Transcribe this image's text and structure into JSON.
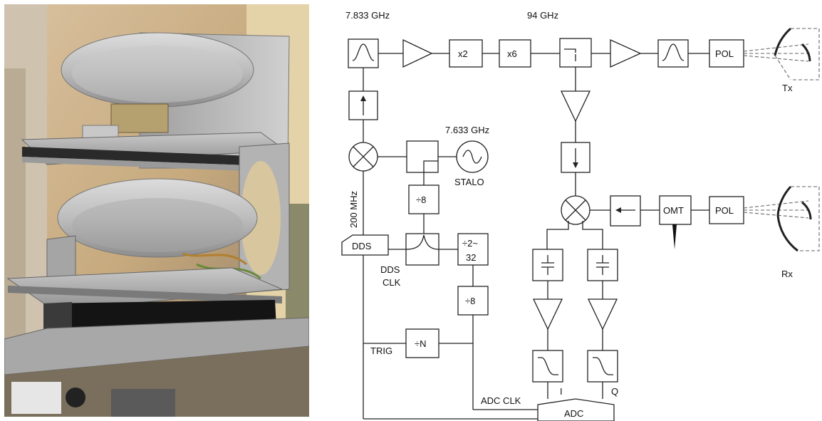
{
  "photo": {
    "description_icon": "radar-antenna-photo"
  },
  "labels": {
    "freq_top_left": "7.833 GHz",
    "freq_top_mid": "94 GHz",
    "freq_stalo": "7.633 GHz",
    "stalo": "STALO",
    "mhz200": "200 MHz",
    "dds": "DDS",
    "dds_clk_1": "DDS",
    "dds_clk_2": "CLK",
    "trig": "TRIG",
    "adc_clk": "ADC CLK",
    "adc": "ADC",
    "i_label": "I",
    "q_label": "Q",
    "tx": "Tx",
    "rx": "Rx"
  },
  "blocks": {
    "x2": "x2",
    "x6": "x6",
    "pol_tx": "POL",
    "pol_rx": "POL",
    "omt": "OMT",
    "div8_a": "÷8",
    "div2_32_a": "÷2~",
    "div2_32_b": "32",
    "div8_b": "÷8",
    "divN": "÷N"
  }
}
